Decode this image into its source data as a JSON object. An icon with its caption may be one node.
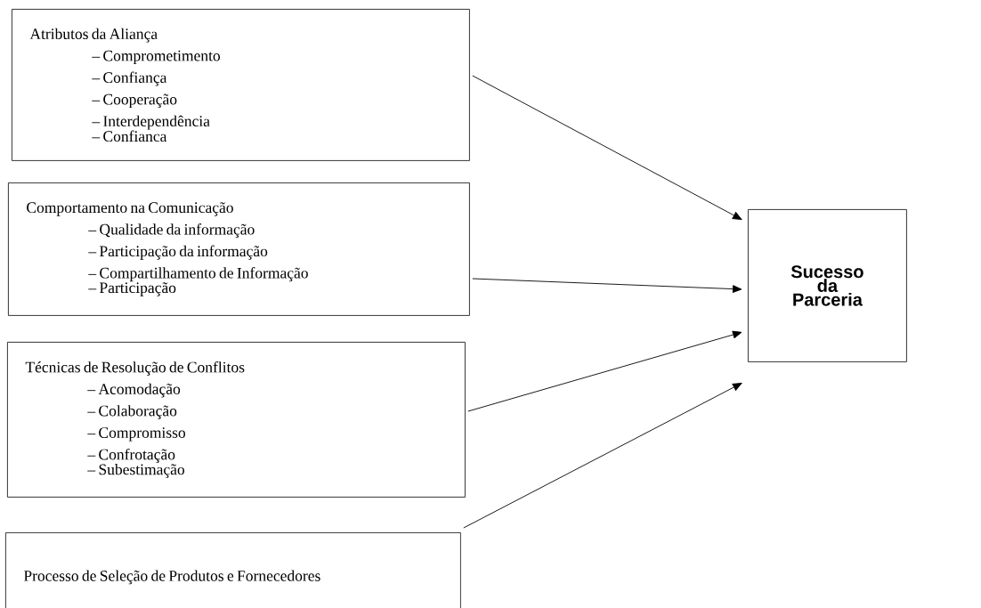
{
  "diagram": {
    "nodes": [
      {
        "text": [
          "Atributos da Aliança",
          "– Comprometimento",
          "– Confiança",
          "– Cooperação",
          "– Interdependência",
          "– Confianca"
        ]
      },
      {
        "text": [
          "Comportamento na Comunicação",
          "– Qualidade da informação",
          "– Participação da informação",
          "– Compartilhamento de Informação",
          "– Participação"
        ]
      },
      {
        "text": [
          "Técnicas de Resolução de Conflitos",
          "– Acomodação",
          "– Colaboração",
          "– Compromisso",
          "– Confrotação",
          "– Subestimação"
        ]
      },
      {
        "text": [
          "Processo de Seleção de Produtos e Fornecedores"
        ]
      },
      {
        "text": [
          "Sucesso da Parceria"
        ]
      }
    ],
    "edges": [
      {
        "from": 0,
        "to": 4,
        "arrow": "to"
      },
      {
        "from": 1,
        "to": 4,
        "arrow": "to"
      },
      {
        "from": 2,
        "to": 4,
        "arrow": "to"
      },
      {
        "from": 3,
        "to": 4,
        "arrow": "to"
      }
    ]
  }
}
